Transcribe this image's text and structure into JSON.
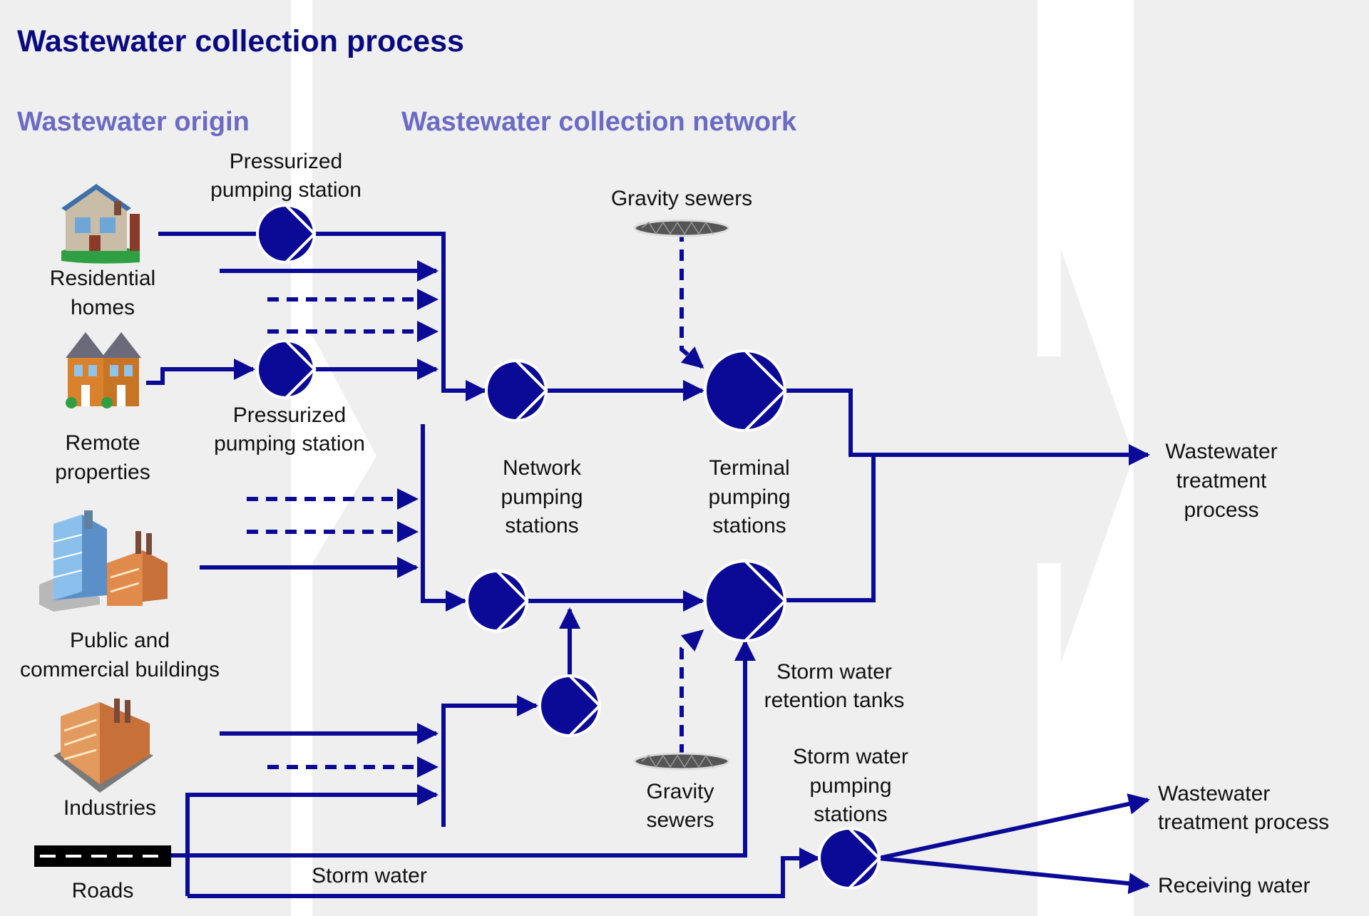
{
  "title": "Wastewater collection process",
  "sections": {
    "origin": "Wastewater origin",
    "network": "Wastewater collection network"
  },
  "labels": {
    "pressurized_top_1": "Pressurized",
    "pressurized_top_2": "pumping station",
    "pressurized_mid_1": "Pressurized",
    "pressurized_mid_2": "pumping station",
    "gravity_top": "Gravity sewers",
    "residential_1": "Residential",
    "residential_2": "homes",
    "remote_1": "Remote",
    "remote_2": "properties",
    "public_1": "Public and",
    "public_2": "commercial buildings",
    "industries": "Industries",
    "roads": "Roads",
    "storm_water": "Storm water",
    "network_1": "Network",
    "network_2": "pumping",
    "network_3": "stations",
    "terminal_1": "Terminal",
    "terminal_2": "pumping",
    "terminal_3": "stations",
    "retention_1": "Storm water",
    "retention_2": "retention tanks",
    "gravity_bottom_1": "Gravity",
    "gravity_bottom_2": "sewers",
    "storm_pump_1": "Storm water",
    "storm_pump_2": "pumping",
    "storm_pump_3": "stations",
    "wtp_1": "Wastewater",
    "wtp_2": "treatment",
    "wtp_3": "process",
    "wtp_bottom_1": "Wastewater",
    "wtp_bottom_2": "treatment process",
    "receiving": "Receiving water"
  },
  "icons": {
    "residential": "residential-homes-icon",
    "remote": "remote-properties-icon",
    "public": "public-commercial-buildings-icon",
    "industries": "industry-factory-icon",
    "roads": "road-icon",
    "pump": "pump-station-icon",
    "gravity": "gravity-sewer-icon"
  },
  "colors": {
    "flow": "#0A0A96",
    "title": "#0A0A80",
    "section": "#6B6BC4",
    "band": "#EFEFEF"
  }
}
